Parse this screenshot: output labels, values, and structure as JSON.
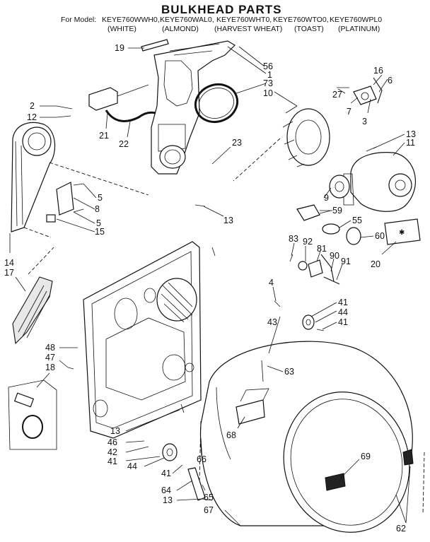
{
  "title": "BULKHEAD PARTS",
  "for_model_label": "For Model:",
  "models": [
    {
      "code": "KEYE760WWH0,",
      "color": "(WHITE)"
    },
    {
      "code": "KEYE760WAL0,",
      "color": "(ALMOND)"
    },
    {
      "code": "KEYE760WHT0,",
      "color": "(HARVEST WHEAT)"
    },
    {
      "code": "KEYE760WTO0,",
      "color": "(TOAST)"
    },
    {
      "code": "KEYE760WPL0",
      "color": "(PLATINUM)"
    }
  ],
  "callouts": [
    "19",
    "56",
    "1",
    "73",
    "10",
    "16",
    "6",
    "27",
    "7",
    "3",
    "2",
    "12",
    "21",
    "22",
    "23",
    "13",
    "11",
    "5",
    "8",
    "5",
    "15",
    "9",
    "59",
    "55",
    "13",
    "60",
    "83",
    "92",
    "81",
    "90",
    "91",
    "20",
    "14",
    "17",
    "4",
    "41",
    "44",
    "41",
    "43",
    "48",
    "47",
    "18",
    "63",
    "68",
    "13",
    "46",
    "42",
    "41",
    "44",
    "41",
    "64",
    "13",
    "65",
    "66",
    "67",
    "69",
    "62"
  ]
}
